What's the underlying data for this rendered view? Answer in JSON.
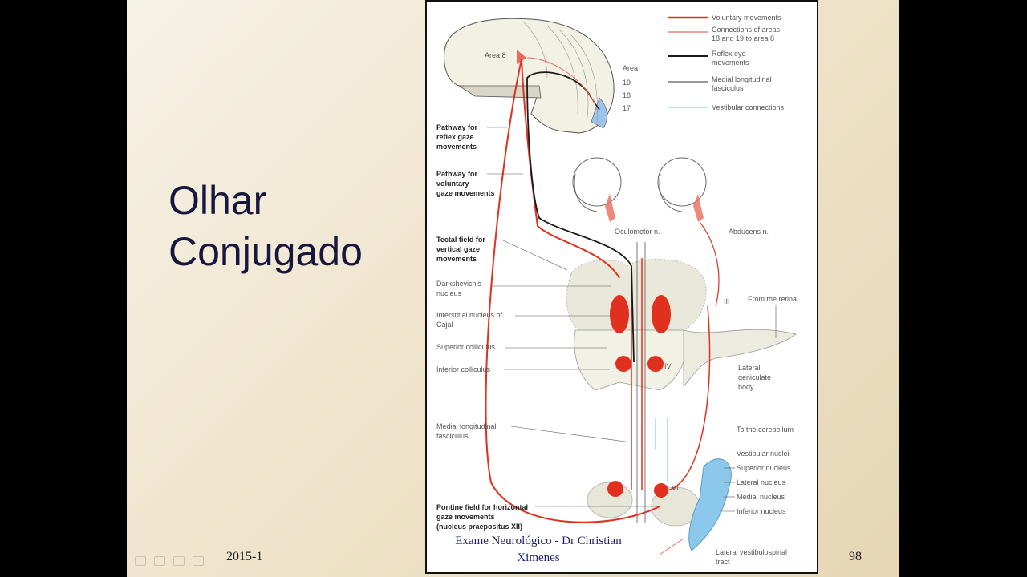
{
  "slide": {
    "title_line1": "Olhar",
    "title_line2": "Conjugado",
    "date": "2015-1",
    "page_number": "98",
    "author_line1": "Exame Neurológico - Dr Christian",
    "author_line2": "Ximenes"
  },
  "diagram": {
    "legend": {
      "voluntary": "Voluntary movements",
      "connections_1": "Connections of areas",
      "connections_2": "18 and 19 to area 8",
      "reflex_1": "Reflex eye",
      "reflex_2": "movements",
      "mlf_1": "Medial longitudinal",
      "mlf_2": "fasciculus",
      "vestibular": "Vestibular connections"
    },
    "area8": "Area 8",
    "area": "Area",
    "area19": "19",
    "area18": "18",
    "area17": "17",
    "pathway_reflex_1": "Pathway for",
    "pathway_reflex_2": "reflex gaze",
    "pathway_reflex_3": "movements",
    "pathway_vol_1": "Pathway for",
    "pathway_vol_2": "voluntary",
    "pathway_vol_3": "gaze movements",
    "tectal_1": "Tectal field for",
    "tectal_2": "vertical gaze",
    "tectal_3": "movements",
    "oculomotor": "Oculomotor n.",
    "abducens": "Abducens n.",
    "darkshevich_1": "Darkshevich's",
    "darkshevich_2": "nucleus",
    "cajal_1": "Interstitial nucleus of",
    "cajal_2": "Cajal",
    "sup_colliculus": "Superior colliculus",
    "inf_colliculus": "Inferior colliculus",
    "iii": "III",
    "iv": "IV",
    "vi": "VI",
    "from_retina": "From the retina",
    "lgb_1": "Lateral",
    "lgb_2": "geniculate",
    "lgb_3": "body",
    "mlf_label_1": "Medial longitudinal",
    "mlf_label_2": "fasciculus",
    "to_cerebellum": "To the cerebellum",
    "vestibular_nuclei": "Vestibular nuclei:",
    "superior_nucleus": "Superior nucleus",
    "lateral_nucleus": "Lateral nucleus",
    "medial_nucleus": "Medial nucleus",
    "inferior_nucleus": "Inferior nucleus",
    "pontine_1": "Pontine field for horizontal",
    "pontine_2": "gaze movements",
    "pontine_3": "(nucleus praepositus XII)",
    "lvst_1": "Lateral vestibulospinal",
    "lvst_2": "tract",
    "colors": {
      "voluntary": "#e0301e",
      "connections": "#e86a5a",
      "reflex": "#1a1a1a",
      "mlf": "#777777",
      "vestibular": "#9fd8e6",
      "nucleus_fill": "#e8e6d8"
    }
  }
}
